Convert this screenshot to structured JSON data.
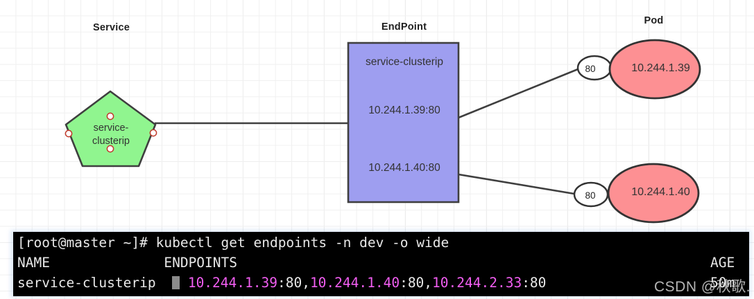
{
  "diagram": {
    "sections": [
      {
        "id": "service",
        "title": "Service"
      },
      {
        "id": "endpoint",
        "title": "EndPoint"
      },
      {
        "id": "pod",
        "title": "Pod"
      }
    ],
    "service_node": {
      "shape": "pentagon",
      "label": "service-\nclusterip",
      "fill": "#90f58f",
      "stroke": "#3f3f3f",
      "handles": 4
    },
    "endpoint_node": {
      "shape": "rectangle",
      "fill": "#9e9ef0",
      "stroke": "#3f3f3f",
      "name": "service-clusterip",
      "entries": [
        "10.244.1.39:80",
        "10.244.1.40:80"
      ]
    },
    "pods": [
      {
        "ip": "10.244.1.39",
        "port": "80",
        "fill": "#fd9093",
        "stroke": "#333333"
      },
      {
        "ip": "10.244.1.40",
        "port": "80",
        "fill": "#fd9093",
        "stroke": "#333333"
      }
    ],
    "edge_color": "#3f3f3f"
  },
  "terminal": {
    "prompt": "[root@master ~]# ",
    "command": "kubectl get endpoints -n dev -o wide",
    "header": {
      "name": "NAME",
      "endpoints": "ENDPOINTS",
      "age": "AGE"
    },
    "row": {
      "name": "service-clusterip",
      "endpoint_1_ip": "10.244.1.39",
      "endpoint_1_port": ":80,",
      "endpoint_2_ip": "10.244.1.40",
      "endpoint_2_port": ":80,",
      "endpoint_3_ip": "10.244.2.33",
      "endpoint_3_port": ":80",
      "age": "50m"
    },
    "colors": {
      "background": "#000000",
      "text": "#e9e9e9",
      "ip": "#f25ef2"
    }
  },
  "watermark": {
    "text": "CSDN @秋歌."
  }
}
